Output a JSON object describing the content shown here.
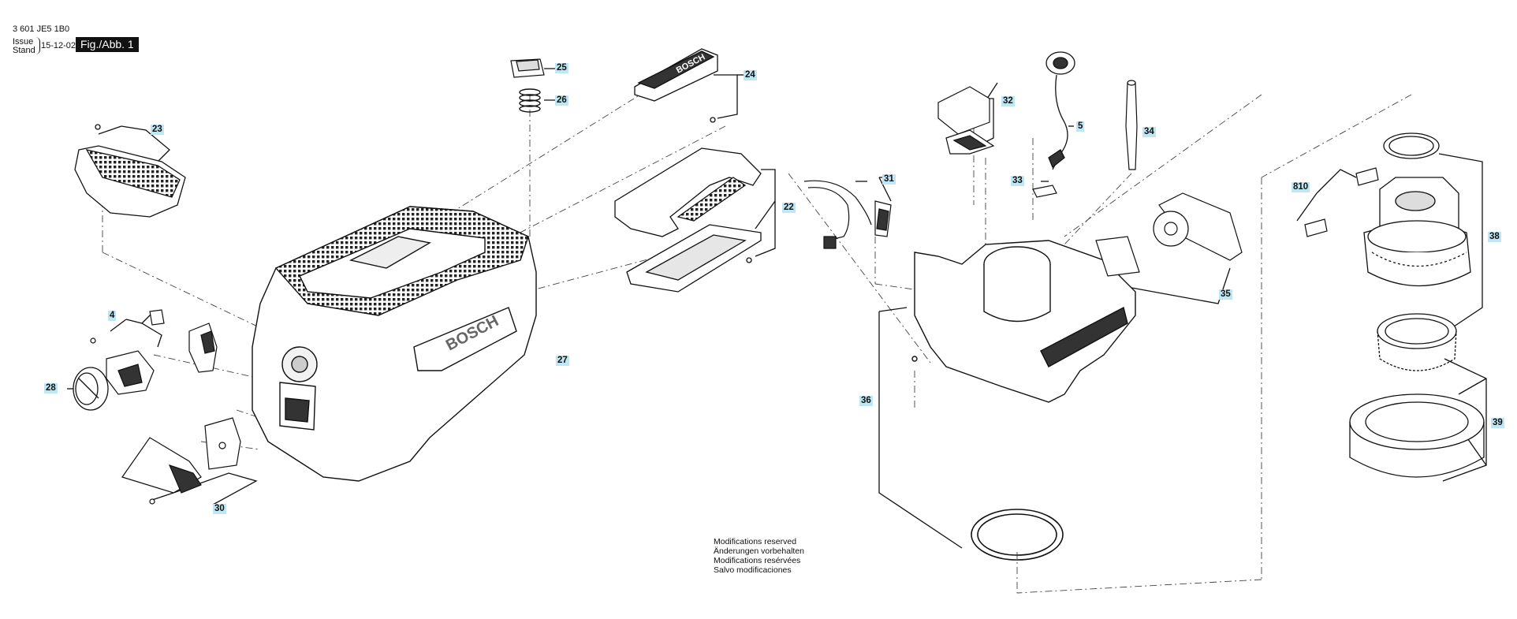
{
  "header": {
    "doc_number": "3 601 JE5 1B0",
    "issue_label": "Issue",
    "stand_label": "Stand",
    "date": "15-12-02",
    "figure_label": "Fig./Abb. 1"
  },
  "parts": [
    {
      "id": "25",
      "text": "25"
    },
    {
      "id": "26",
      "text": "26"
    },
    {
      "id": "24",
      "text": "24"
    },
    {
      "id": "23",
      "text": "23"
    },
    {
      "id": "22",
      "text": "22"
    },
    {
      "id": "27",
      "text": "27"
    },
    {
      "id": "4",
      "text": "4"
    },
    {
      "id": "28",
      "text": "28"
    },
    {
      "id": "30",
      "text": "30"
    },
    {
      "id": "31",
      "text": "31"
    },
    {
      "id": "32",
      "text": "32"
    },
    {
      "id": "5",
      "text": "5"
    },
    {
      "id": "34",
      "text": "34"
    },
    {
      "id": "33",
      "text": "33"
    },
    {
      "id": "35",
      "text": "35"
    },
    {
      "id": "36",
      "text": "36"
    },
    {
      "id": "810",
      "text": "810"
    },
    {
      "id": "38",
      "text": "38"
    },
    {
      "id": "39",
      "text": "39"
    }
  ],
  "housing_brand": "BOSCH",
  "lid_brand": "BOSCH",
  "modifications": [
    "Modifications reserved",
    "Änderungen vorbehalten",
    "Modifications resérvées",
    "Salvo modificaciones"
  ]
}
